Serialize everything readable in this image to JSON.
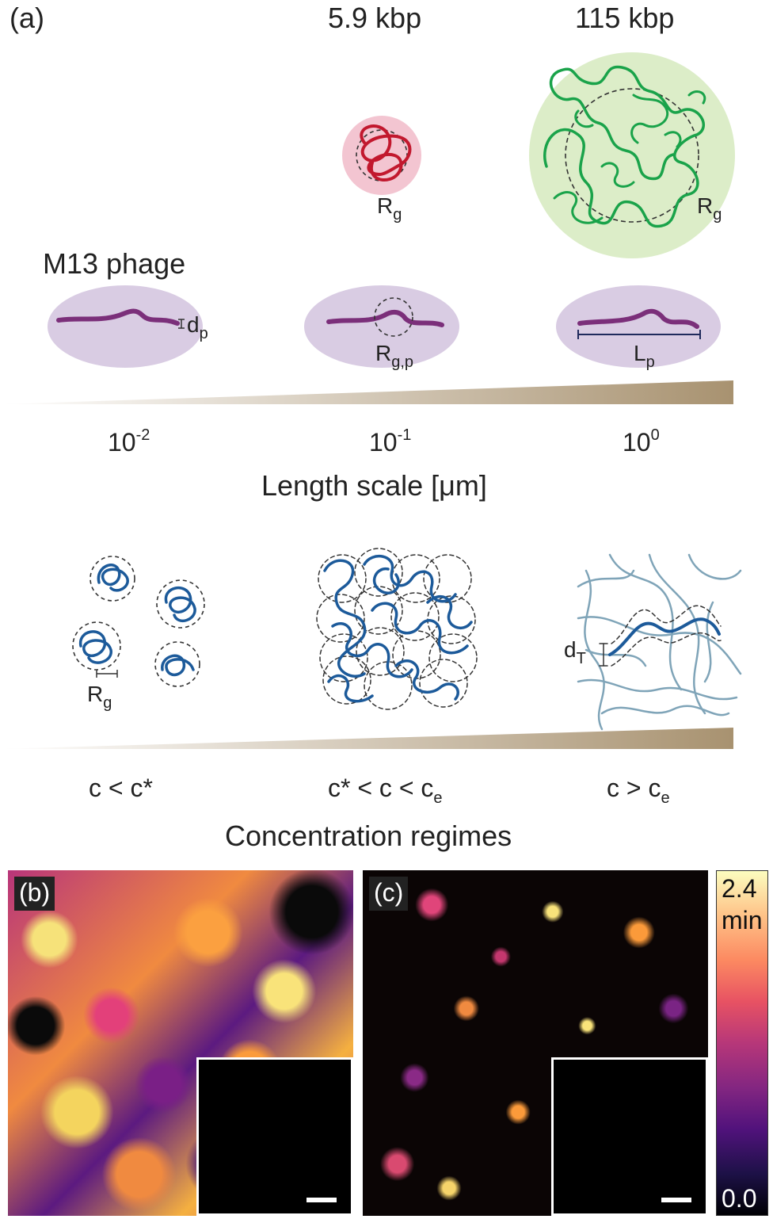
{
  "panel_a": {
    "label": "(a)",
    "dna_small_label": "5.9 kbp",
    "dna_large_label": "115 kbp",
    "rg_symbol": "R",
    "rg_sub": "g",
    "phage_label": "M13 phage",
    "dp_symbol": "d",
    "dp_sub": "p",
    "rgp_symbol": "R",
    "rgp_sub": "g,p",
    "lp_symbol": "L",
    "lp_sub": "p",
    "tick_base": "10",
    "tick1_exp": "-2",
    "tick2_exp": "-1",
    "tick3_exp": "0",
    "length_axis_title": "Length scale [μm]",
    "dt_symbol": "d",
    "dt_sub": "T",
    "regime1": "c < c*",
    "regime2_main": "c* < c < c",
    "regime2_sub": "e",
    "regime3_main": "c > c",
    "regime3_sub": "e",
    "concentration_axis_title": "Concentration regimes"
  },
  "panel_b": {
    "label": "(b)"
  },
  "panel_c": {
    "label": "(c)"
  },
  "colorbar": {
    "max_value": "2.4",
    "unit": "min",
    "min_value": "0.0"
  },
  "colors": {
    "phage": "#7b2f7a",
    "phage_bg": "#d9cce3",
    "small_dna": "#c2182e",
    "small_dna_bg": "#f3c5d1",
    "large_dna": "#1aa34a",
    "large_dna_bg": "#dcedc8",
    "coil_blue": "#1c5a9a",
    "network": "#7fa4b8",
    "wedge": "#a89270"
  }
}
